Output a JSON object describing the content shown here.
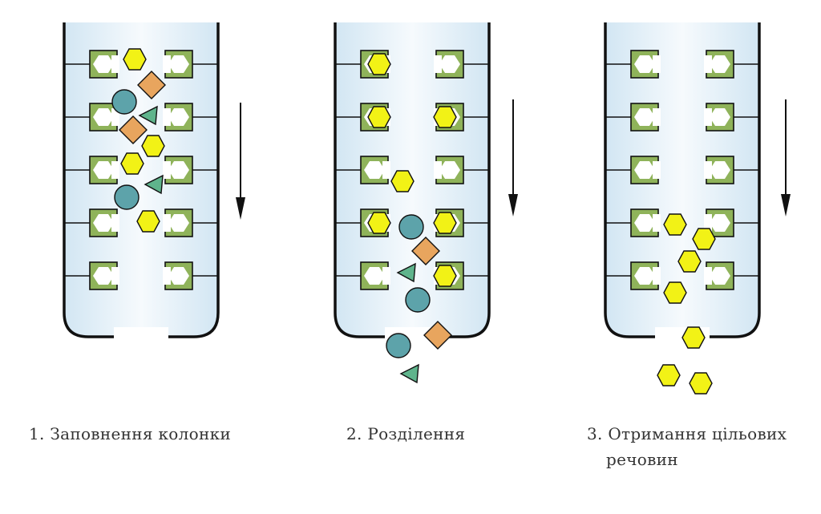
{
  "steps": [
    {
      "id": 1,
      "label": "1. Заповнення колонки"
    },
    {
      "id": 2,
      "label": "2. Розділення"
    },
    {
      "id": 3,
      "label_line1": "3. Отримання цільових",
      "label_line2": "речовин"
    }
  ],
  "colors": {
    "ligand": "#8FB35A",
    "hexagon": "#F2F216",
    "diamond": "#E8A55E",
    "circle": "#5DA3AA",
    "triangle": "#5FB48C",
    "column_fill": "#D7E9F5",
    "outline": "#111111"
  },
  "icons": [
    "column",
    "ligand-bracket",
    "hexagon-molecule",
    "diamond-molecule",
    "circle-molecule",
    "triangle-molecule",
    "flow-arrow"
  ]
}
